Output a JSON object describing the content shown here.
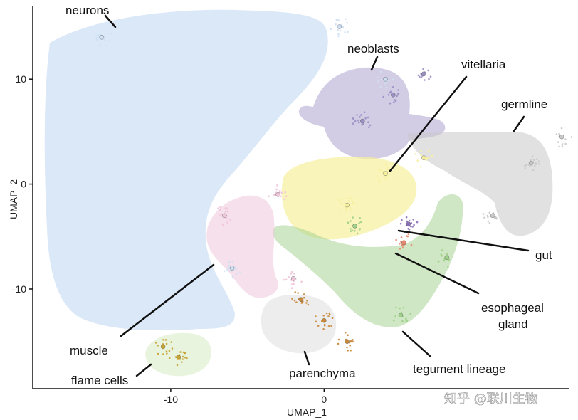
{
  "watermark": "知乎 @联川生物",
  "chart_data": {
    "type": "scatter",
    "title": "",
    "xlabel": "UMAP_1",
    "ylabel": "UMAP_2",
    "xlim": [
      -19,
      16
    ],
    "ylim": [
      -19.5,
      17
    ],
    "xticks": [
      -10,
      0
    ],
    "yticks": [
      10,
      0,
      -10
    ],
    "grid": false,
    "legend": "none",
    "series": [
      {
        "name": "neurons",
        "color": "#cfe0f5",
        "x": [
          -14.5,
          -6,
          1,
          4
        ],
        "y": [
          14,
          -8,
          15,
          10
        ]
      },
      {
        "name": "neoblasts",
        "color": "#9b8fc4",
        "x": [
          2.5,
          4.5,
          6.5
        ],
        "y": [
          6,
          8.5,
          10.5
        ]
      },
      {
        "name": "vitellaria",
        "color": "#f6ef9c",
        "x": [
          1.5,
          4,
          6.5
        ],
        "y": [
          -2,
          1,
          2.5
        ]
      },
      {
        "name": "germline",
        "color": "#c9c9c9",
        "x": [
          11,
          13.5,
          15.5
        ],
        "y": [
          -3,
          2,
          4.5
        ]
      },
      {
        "name": "gut",
        "color": "#8a6fb8",
        "x": [
          5.5
        ],
        "y": [
          -3.8
        ]
      },
      {
        "name": "esophageal gland",
        "color": "#e88a6e",
        "x": [
          5.2
        ],
        "y": [
          -5.6
        ]
      },
      {
        "name": "tegument lineage",
        "color": "#9fd08a",
        "x": [
          2,
          5,
          8
        ],
        "y": [
          -4,
          -12.5,
          -7
        ]
      },
      {
        "name": "muscle",
        "color": "#efc7da",
        "x": [
          -6.5,
          -3,
          -2
        ],
        "y": [
          -3,
          -1,
          -9
        ]
      },
      {
        "name": "parenchyma",
        "color": "#c88a3a",
        "x": [
          -1.5,
          0,
          1.5
        ],
        "y": [
          -11,
          -13,
          -15
        ]
      },
      {
        "name": "flame cells",
        "color": "#c9a334",
        "x": [
          -10.5,
          -9.5
        ],
        "y": [
          -15.5,
          -16.5
        ]
      }
    ],
    "annotations": [
      {
        "text": "neurons",
        "series": "neurons"
      },
      {
        "text": "neoblasts",
        "series": "neoblasts"
      },
      {
        "text": "vitellaria",
        "series": "vitellaria"
      },
      {
        "text": "germline",
        "series": "germline"
      },
      {
        "text": "gut",
        "series": "gut"
      },
      {
        "text": "esophageal",
        "series": "esophageal gland"
      },
      {
        "text": "gland",
        "series": "esophageal gland"
      },
      {
        "text": "muscle",
        "series": "muscle"
      },
      {
        "text": "flame cells",
        "series": "flame cells"
      },
      {
        "text": "parenchyma",
        "series": "parenchyma"
      },
      {
        "text": "tegument lineage",
        "series": "tegument lineage"
      }
    ]
  }
}
